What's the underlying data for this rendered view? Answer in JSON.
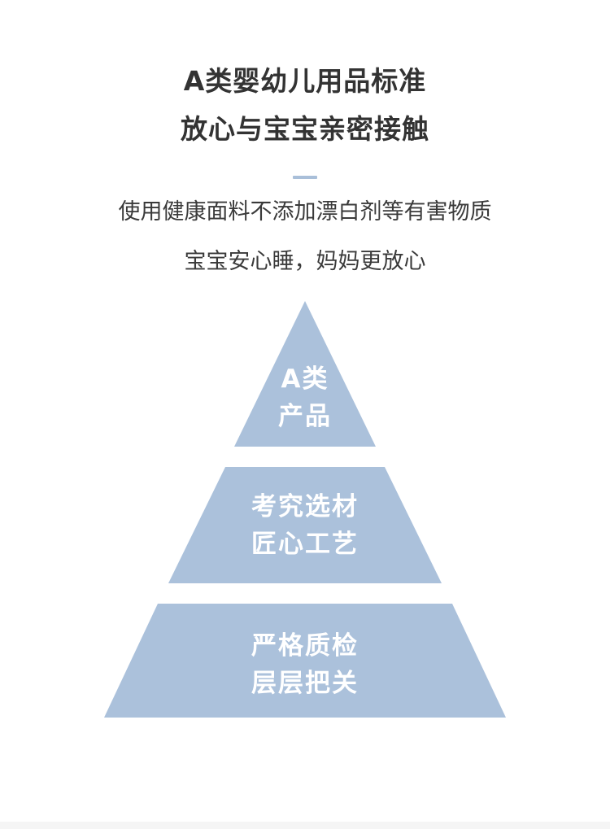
{
  "heading": {
    "line1": "A类婴幼儿用品标准",
    "line2": "放心与宝宝亲密接触"
  },
  "subtitle": {
    "line1": "使用健康面料不添加漂白剂等有害物质",
    "line2": "宝宝安心睡，妈妈更放心"
  },
  "pyramid": {
    "color": "#abc1db",
    "tiers": [
      {
        "line1": "A类",
        "line2": "产品"
      },
      {
        "line1": "考究选材",
        "line2": "匠心工艺"
      },
      {
        "line1": "严格质检",
        "line2": "层层把关"
      }
    ]
  }
}
